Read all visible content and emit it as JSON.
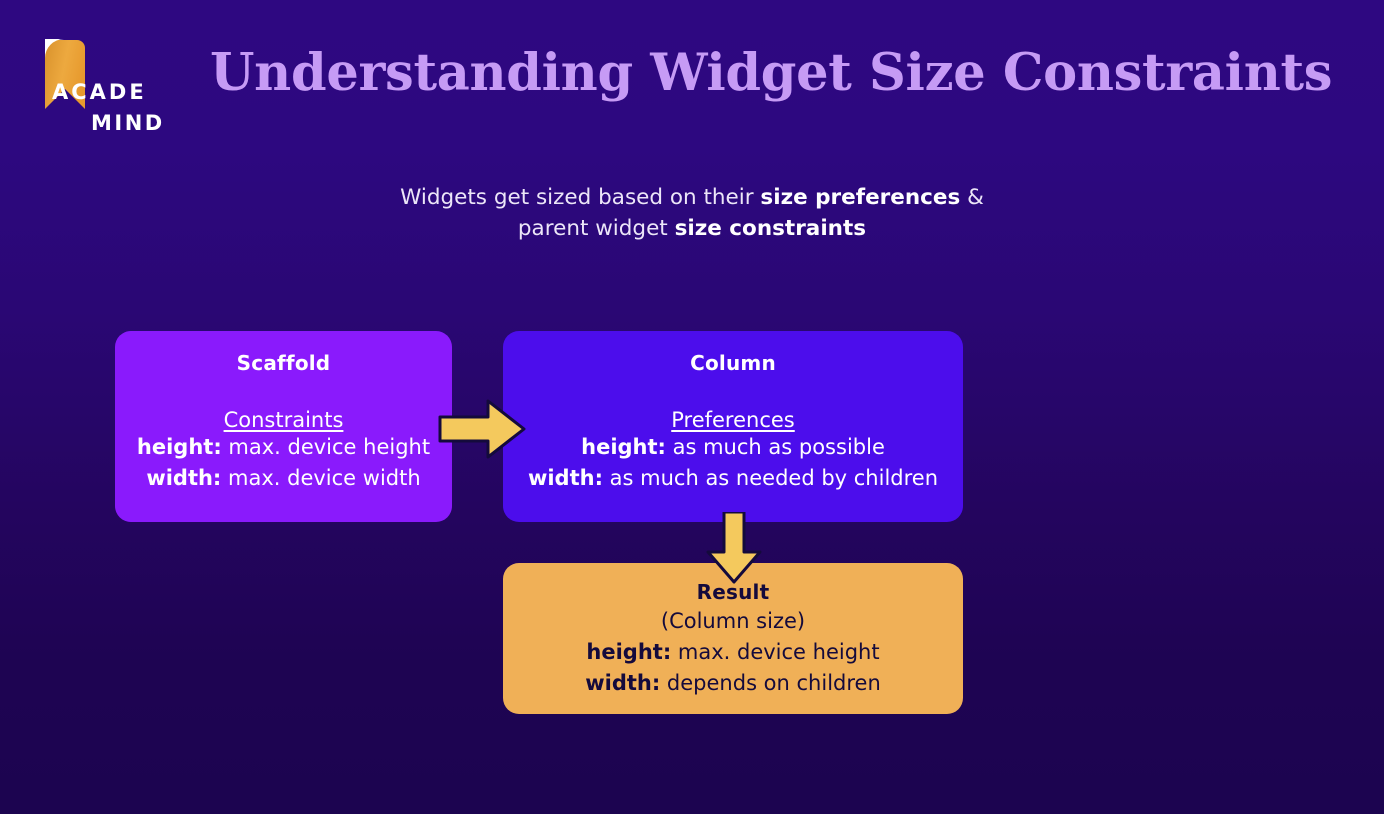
{
  "brand": {
    "logo_icon": "academind-ribbon-logo",
    "line1": "ACADE",
    "line2": "MIND"
  },
  "header": {
    "title": "Understanding Widget Size Constraints",
    "title_color": "#c69bf5"
  },
  "subtitle": {
    "part1": "Widgets get sized based on their ",
    "bold1": "size preferences",
    "part2": " & parent widget ",
    "bold2": "size constraints"
  },
  "diagram": {
    "background_top_color": "#2e0881",
    "background_bottom_color": "#1c0450",
    "arrow_color": "#f4c95d",
    "arrow_outline_color": "#140a3c",
    "boxes": [
      {
        "id": "scaffold",
        "title": "Scaffold",
        "section": "Constraints",
        "color": "#8a1afc",
        "text_color": "#ffffff",
        "rows": [
          {
            "label": "height:",
            "value": " max. device height"
          },
          {
            "label": "width:",
            "value": " max. device width"
          }
        ]
      },
      {
        "id": "column",
        "title": "Column",
        "section": "Preferences",
        "color": "#4c0dec",
        "text_color": "#ffffff",
        "rows": [
          {
            "label": "height:",
            "value": " as much as possible"
          },
          {
            "label": "width:",
            "value": " as much as needed by children"
          }
        ]
      },
      {
        "id": "result",
        "title": "Result",
        "section": "(Column size)",
        "color": "#f0b057",
        "text_color": "#140a3c",
        "rows": [
          {
            "label": "height:",
            "value": " max. device height"
          },
          {
            "label": "width:",
            "value": " depends on children"
          }
        ]
      }
    ],
    "arrows": [
      {
        "id": "scaffold-to-column",
        "direction": "right"
      },
      {
        "id": "column-to-result",
        "direction": "down"
      }
    ]
  }
}
